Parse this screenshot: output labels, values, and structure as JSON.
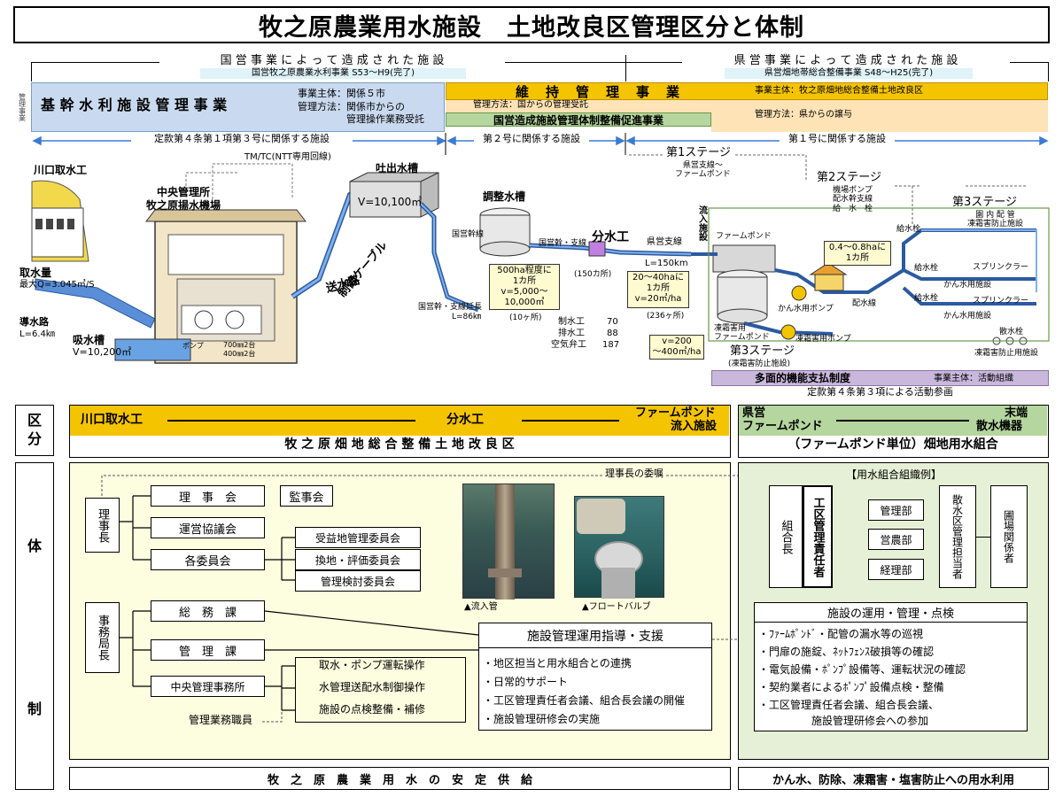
{
  "title": "牧之原農業用水施設　土地改良区管理区分と体制",
  "top": {
    "national_label": "国 営 事 業 に よ っ て 造 成 さ れ た 施 設",
    "national_sub": "国営牧之原農業水利事業 S53～H9(完了)",
    "pref_label": "県 営 事 業 に よ っ て 造 成 さ れ た 施 設",
    "pref_sub": "県営畑地帯総合整備事業 S48～H25(完了)",
    "side_tag": "管理事業"
  },
  "kikan": {
    "title": "基 幹 水 利 施 設 管 理 事 業",
    "entity": "事業主体：関係５市",
    "method1": "管理方法：関係市からの",
    "method2": "管理操作業務受託"
  },
  "iji": {
    "title": "維　持　管　理　事　業",
    "method": "管理方法：国からの管理受託",
    "sub": "国営造成施設管理体制整備促進事業",
    "entity": "事業主体：牧之原畑地総合整備土地改良区",
    "pref_method": "管理方法：県からの譲与"
  },
  "ranges": {
    "r1": "定款第４条第１項第３号に関係する施設",
    "r2": "第２号に関係する施設",
    "r3": "第１号に関係する施設"
  },
  "diagram": {
    "kawaguchi": "川口取水工",
    "tmtc": "TM/TC(NTT専用回線)",
    "center1": "中央管理所",
    "center2": "牧之原揚水機場",
    "outlet": "吐出水槽",
    "outlet_v": "V=10,100㎥",
    "intake_q1": "取水量",
    "intake_q2": "最大Q=3.045㎥/S",
    "intake_road1": "導水路",
    "intake_road2": "L=6.4㎞",
    "suction1": "吸水槽",
    "suction2": "V=10,200㎥",
    "pump_label": "ポンプ",
    "pump1": "700㎜2台",
    "pump2": "400㎜2台",
    "sousui": "送水路",
    "cable": "制御ケーブル",
    "chosei": "調整水槽",
    "kokuei_kansen": "国営幹線",
    "kokuei_shisen": "国営幹・支線",
    "bunsui": "分水工",
    "enchou1": "国営幹・支線延長",
    "enchou2": "L=86㎞",
    "note_chosei": "500ha程度に\n1カ所\nv=5,000～\n10,000㎥",
    "count_10": "(10ヶ所)",
    "count_150": "(150カ所)",
    "s1": "制水工",
    "s1v": "70",
    "s2": "排水工",
    "s2v": "88",
    "s3": "空気弁工",
    "s3v": "187",
    "ryunyu": "流入施設",
    "kenei_shisen": "県営支線",
    "l150": "L=150km",
    "note_fp": "20～40haに\n1カ所\nv=20㎥/ha",
    "count_236": "(236ヶ所)",
    "stage1": "第1ステージ",
    "stage1_sub": "県営支線～\nファームポンド",
    "stage2": "第2ステージ",
    "stage2_sub": "機場ポンプ\n配水幹支線\n給　水　栓",
    "stage3": "第3ステージ",
    "stage3_sub": "園 内 配 管\n凍霜害防止施設",
    "farmpond": "ファームポンド",
    "note_kyusui": "0.4～0.8haに\n1カ所",
    "kyusui": "給水栓",
    "sprinkler": "スプリンクラー",
    "kansui": "かん水用施設",
    "kansui_pump": "かん水用ポンプ",
    "haisui": "配水線",
    "tousou_fp": "凍霜害用\nファームポンド",
    "tousou_pump": "凍霜害用ポンプ",
    "v200": "v=200\n～400㎥/ha",
    "stage3b": "第3ステージ",
    "stage3b_sub": "(凍霜害防止施設)",
    "sansui": "散水栓",
    "tousou_shisetsu": "凍霜害防止用施設"
  },
  "tamenteki": {
    "title": "多面的機能支払制度",
    "entity": "事業主体：活動組織",
    "article": "定款第４条第３項による活動参画"
  },
  "kubun": {
    "label": "区\n分",
    "a1": "川口取水工",
    "a2": "分水工",
    "a3": "ファームポンド",
    "a4": "流入施設",
    "org1": "牧 之 原 畑 地 総 合 整 備 土 地 改 良 区",
    "b1": "県営",
    "b2": "ファームポンド",
    "b3": "末端",
    "b4": "散水機器",
    "org2": "（ファームポンド単位）畑地用水組合"
  },
  "taisei": {
    "label1": "体",
    "label2": "制",
    "rijicho": "理事長",
    "rijikai": "理　事　会",
    "kanjikai": "監事会",
    "unei": "運営協議会",
    "iinkai": "各委員会",
    "c1": "受益地管理委員会",
    "c2": "換地・評価委員会",
    "c3": "管理検討委員会",
    "jimukyoku": "事務局長",
    "soumu": "総　務　課",
    "kanri": "管　理　課",
    "chuo": "中央管理事務所",
    "w1": "取水・ポンプ運転操作",
    "w2": "水管理送配水制御操作",
    "w3": "施設の点検整備・補修",
    "staff": "管理業務職員",
    "itaku": "理事長の委嘱",
    "photo1": "▲流入管",
    "photo2": "▲フロートバルブ",
    "support_title": "施設管理運用指導・支援",
    "support": [
      "・地区担当と用水組合との連携",
      "・日常的サポート",
      "・工区管理責任者会議、組合長会議の開催",
      "・施設管理研修会の実施"
    ]
  },
  "kumiai": {
    "title": "【用水組合組織例】",
    "kumiaicho": "組合長",
    "kouku": "工区管理責任者",
    "d1": "管理部",
    "d2": "営農部",
    "d3": "経理部",
    "sansuiku": "散水区管理担当者",
    "hojo": "圃場関係者",
    "ops_title": "施設の運用・管理・点検",
    "ops": [
      "・ﾌｧｰﾑﾎﾟﾝﾄﾞ・配管の漏水等の巡視",
      "・門扉の施錠、ﾈｯﾄﾌｪﾝｽ破損等の確認",
      "・電気設備・ﾎﾟﾝﾌﾟ設備等、運転状況の確認",
      "・契約業者によるﾎﾟﾝﾌﾟ設備点検・整備",
      "・工区管理責任者会議、組合長会議、",
      "　　　　　施設管理研修会への参加"
    ]
  },
  "bottom": {
    "left": "牧　之　原　農　業　用　水　の　安　定　供　給",
    "right": "かん水、防除、凍霜害・塩害防止への用水利用"
  },
  "colors": {
    "orange": "#f5c400",
    "blue_bg": "#c9daf0",
    "green": "#b5d69e",
    "purple": "#c9b8dc",
    "yellow_bg": "#fdfde0",
    "green_bg": "#e6f0d6"
  }
}
